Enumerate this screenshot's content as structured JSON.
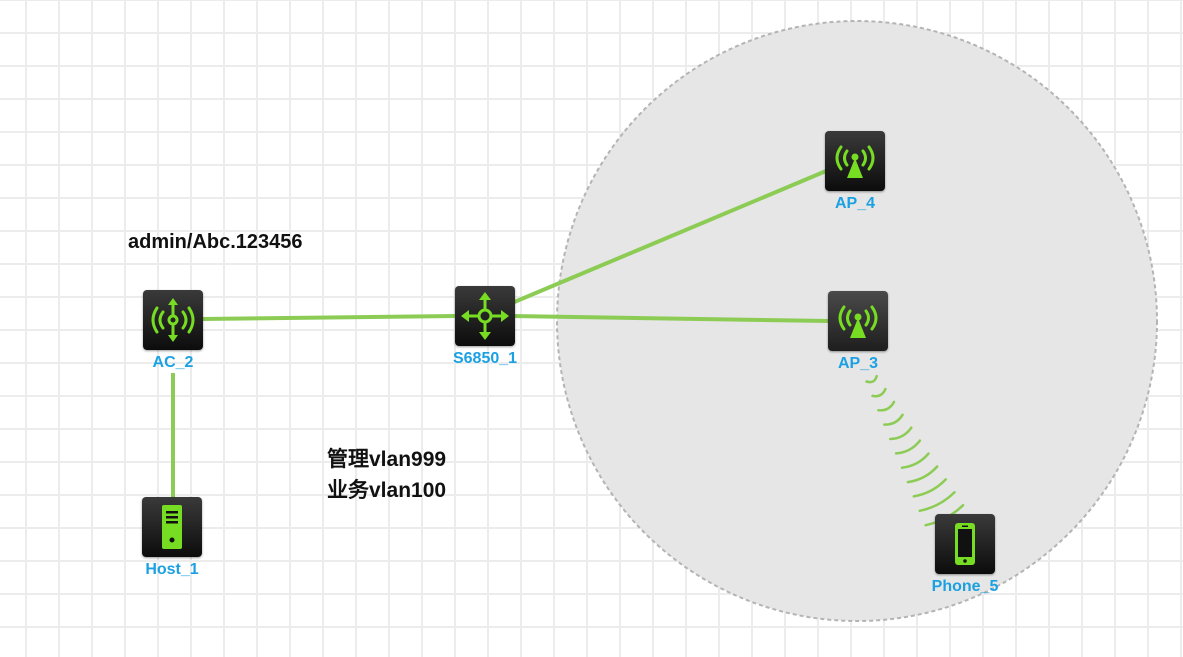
{
  "theme": {
    "link_color": "#8ccc55",
    "label_color": "#1ba1e2",
    "icon_green": "#77dd22"
  },
  "nodes": {
    "ac": {
      "label": "AC_2",
      "icon": "wireless-controller-icon"
    },
    "switch": {
      "label": "S6850_1",
      "icon": "switch-arrows-icon"
    },
    "ap4": {
      "label": "AP_4",
      "icon": "access-point-icon"
    },
    "ap3": {
      "label": "AP_3",
      "icon": "access-point-icon"
    },
    "host": {
      "label": "Host_1",
      "icon": "host-tower-icon"
    },
    "phone": {
      "label": "Phone_5",
      "icon": "smartphone-icon"
    }
  },
  "links": [
    {
      "from": "ac",
      "to": "switch",
      "kind": "wired"
    },
    {
      "from": "switch",
      "to": "ap4",
      "kind": "wired"
    },
    {
      "from": "switch",
      "to": "ap3",
      "kind": "wired"
    },
    {
      "from": "ac",
      "to": "host",
      "kind": "wired"
    },
    {
      "from": "ap3",
      "to": "phone",
      "kind": "wireless"
    }
  ],
  "annotations": {
    "credentials": "admin/Abc.123456",
    "mgmt_vlan": "管理vlan999",
    "service_vlan": "业务vlan100"
  }
}
